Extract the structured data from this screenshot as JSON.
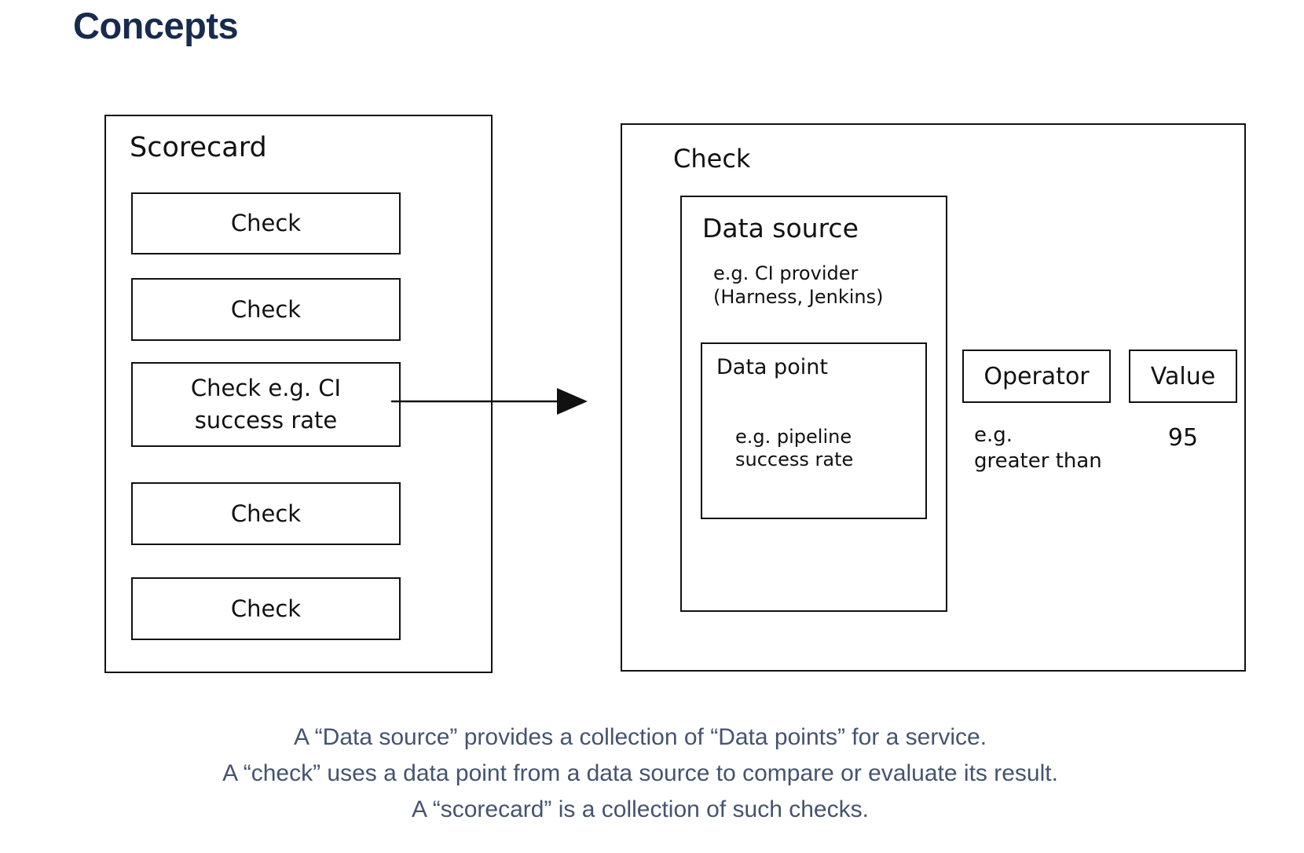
{
  "page": {
    "title": "Concepts"
  },
  "diagram": {
    "scorecard": {
      "label": "Scorecard",
      "checks": [
        "Check",
        "Check",
        "Check e.g. CI\nsuccess rate",
        "Check",
        "Check"
      ]
    },
    "check": {
      "label": "Check",
      "data_source": {
        "label": "Data source",
        "example": "e.g. CI provider\n(Harness, Jenkins)",
        "data_point": {
          "label": "Data point",
          "example": "e.g. pipeline\nsuccess rate"
        }
      },
      "operator": {
        "label": "Operator",
        "example": "e.g.\ngreater than"
      },
      "value": {
        "label": "Value",
        "example": "95"
      }
    }
  },
  "notes": {
    "line1": "A “Data source” provides a collection of “Data points” for a service.",
    "line2": "A “check” uses a data point from a data source to compare or evaluate its result.",
    "line3": "A “scorecard” is a collection of such checks."
  },
  "colors": {
    "heading_text": "#172B4D",
    "notes_text": "#44546F",
    "diagram_stroke": "#111111",
    "background": "#FFFFFF"
  }
}
